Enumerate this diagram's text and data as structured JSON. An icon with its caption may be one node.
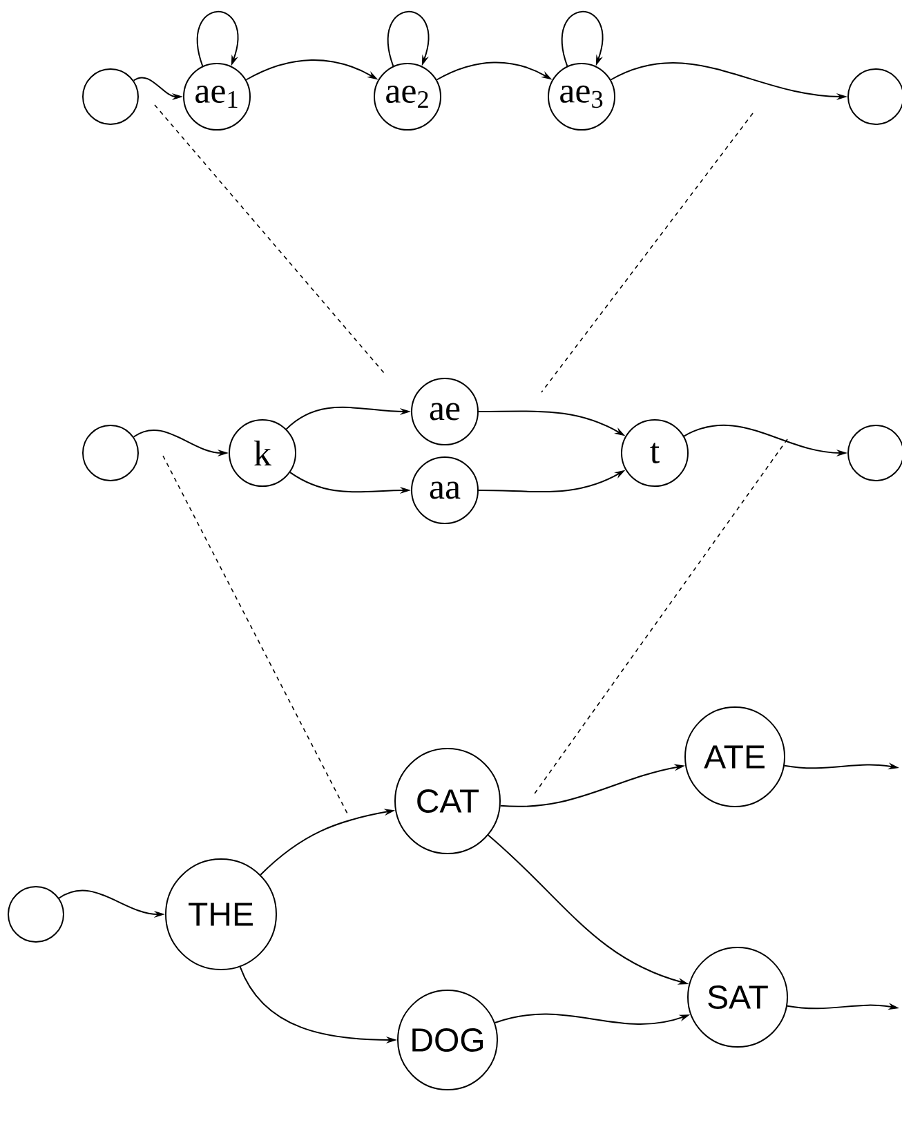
{
  "diagram": {
    "nodes": [
      {
        "text": [],
        "shape": "circle"
      },
      {
        "text": [
          "ae$_{1}$"
        ]
      },
      {
        "text": [
          "ae$_{2}$"
        ]
      },
      {
        "text": [
          "ae$_{3}$"
        ]
      },
      {
        "text": [],
        "shape": "circle"
      },
      {
        "text": [],
        "shape": "circle"
      },
      {
        "text": [
          "k"
        ]
      },
      {
        "text": [
          "ae"
        ]
      },
      {
        "text": [
          "aa"
        ]
      },
      {
        "text": [
          "t"
        ]
      },
      {
        "text": [],
        "shape": "circle"
      },
      {
        "text": [],
        "shape": "circle"
      },
      {
        "text": [
          "THE"
        ]
      },
      {
        "text": [
          "CAT"
        ]
      },
      {
        "text": [
          "ATE"
        ]
      },
      {
        "text": [
          "SAT"
        ]
      },
      {
        "text": [
          "DOG"
        ]
      }
    ],
    "edges": [
      {
        "from": 1,
        "to": 1,
        "arrow": "to"
      },
      {
        "from": 2,
        "to": 2,
        "arrow": "to"
      },
      {
        "from": 3,
        "to": 3,
        "arrow": "to"
      },
      {
        "from": 0,
        "to": 1,
        "arrow": "to"
      },
      {
        "from": 1,
        "to": 2,
        "arrow": "to"
      },
      {
        "from": 2,
        "to": 3,
        "arrow": "to"
      },
      {
        "from": 3,
        "to": 4,
        "arrow": "to"
      },
      {
        "from": 5,
        "to": 6,
        "arrow": "to"
      },
      {
        "from": 6,
        "to": 7,
        "arrow": "to"
      },
      {
        "from": 6,
        "to": 8,
        "arrow": "to"
      },
      {
        "from": 7,
        "to": 9,
        "arrow": "to"
      },
      {
        "from": 8,
        "to": 9,
        "arrow": "to"
      },
      {
        "from": 9,
        "to": 10,
        "arrow": "to"
      },
      {
        "from": 11,
        "to": 12,
        "arrow": "to"
      },
      {
        "from": 12,
        "to": 13,
        "arrow": "to"
      },
      {
        "from": 12,
        "to": 16,
        "arrow": "to"
      },
      {
        "from": 13,
        "to": 14,
        "arrow": "to"
      },
      {
        "from": 13,
        "to": 15,
        "arrow": "to"
      },
      {
        "from": 16,
        "to": 15,
        "arrow": "to"
      },
      {
        "from": 14,
        "to": null,
        "arrow": "to"
      },
      {
        "from": 15,
        "to": null,
        "arrow": "to"
      }
    ]
  }
}
